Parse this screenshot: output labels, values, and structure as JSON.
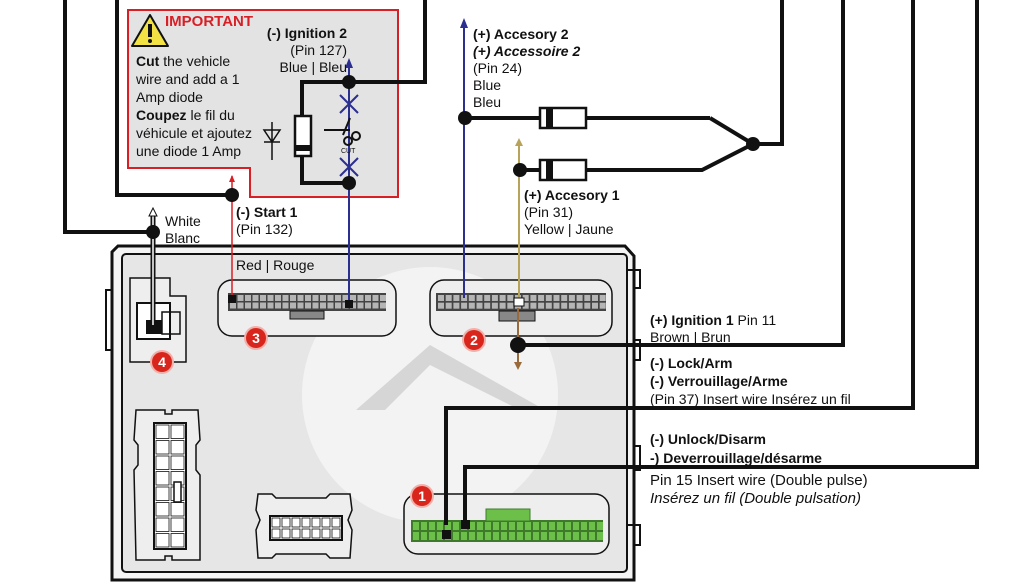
{
  "important_box": {
    "title": "IMPORTANT",
    "line1_bold": "Cut",
    "line1_rest": " the vehicle",
    "line2": "wire and add a 1",
    "line3": "Amp diode",
    "line4_bold": "Coupez",
    "line4_rest": " le fil du",
    "line5": "véhicule et ajoutez",
    "line6": "une diode 1 Amp",
    "cut_label": "CUT"
  },
  "wires": {
    "ignition2": {
      "title": "(-) Ignition 2",
      "pin": "(Pin 127)",
      "color": "Blue | Bleu",
      "hex": "#2b2f8f"
    },
    "accessory2": {
      "title": "(+) Accesory 2",
      "title_fr": "(+) Accessoire 2",
      "pin": "(Pin 24)",
      "color": "Blue",
      "color_fr": "Bleu",
      "hex": "#2b2f8f"
    },
    "accessory1": {
      "title": "(+) Accesory 1",
      "pin": "(Pin 31)",
      "color": "Yellow | Jaune",
      "hex": "#b8a35a"
    },
    "start1": {
      "title": "(-) Start 1",
      "pin": "(Pin 132)",
      "color": "Red | Rouge",
      "hex": "#d81f26"
    },
    "white": {
      "color": "White",
      "color_fr": "Blanc"
    },
    "ignition1": {
      "title": "(+) Ignition 1",
      "pin": "Pin 11",
      "color": "Brown | Brun",
      "hex": "#9a6a3a"
    },
    "lock": {
      "title": "(-) Lock/Arm",
      "title_fr": "(-) Verrouillage/Arme",
      "note": "(Pin 37) Insert wire Insérez un fil"
    },
    "unlock": {
      "title": "(-) Unlock/Disarm",
      "title_fr": "-) Deverrouillage/désarme",
      "note": "Pin 15  Insert wire (Double pulse)",
      "note_fr": "Insérez un fil (Double pulsation)"
    }
  },
  "connectors": {
    "c1": "1",
    "c2": "2",
    "c3": "3",
    "c4": "4"
  },
  "colors": {
    "badge": "#d9261c",
    "module_bg": "#e6e6e6",
    "important_bg": "#e3e3e3",
    "important_border": "#d81f26",
    "connector1_green": "#6cc04a"
  }
}
